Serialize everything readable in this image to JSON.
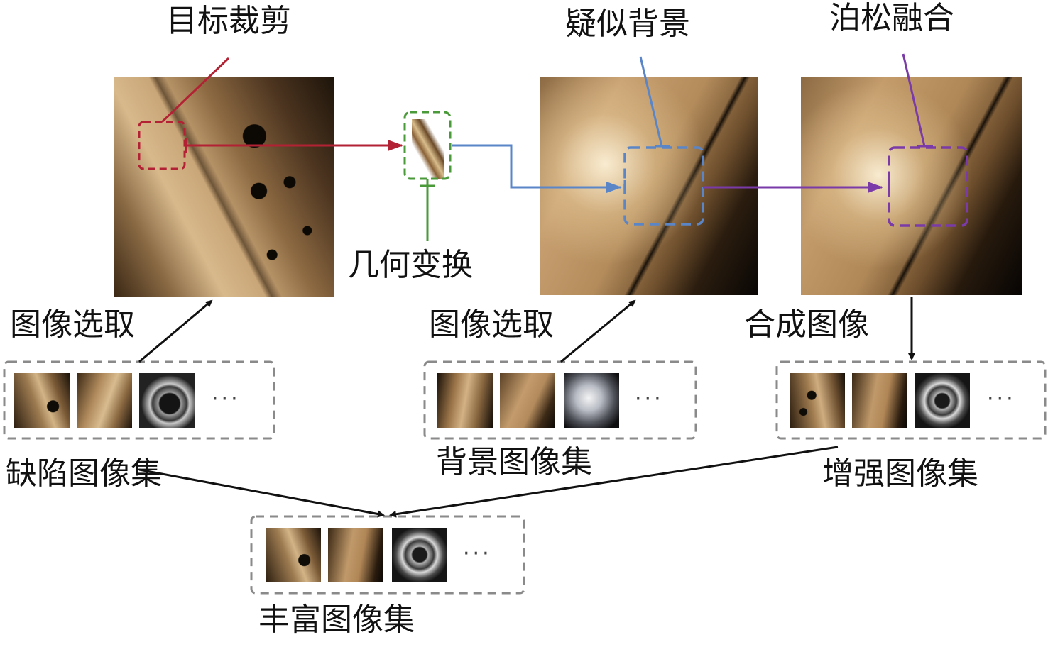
{
  "labels": {
    "target_crop": "目标裁剪",
    "suspected_background": "疑似背景",
    "poisson_fusion": "泊松融合",
    "geometric_transform": "几何变换",
    "image_selection_1": "图像选取",
    "image_selection_2": "图像选取",
    "synthesized_image": "合成图像",
    "defect_image_set": "缺陷图像集",
    "background_image_set": "背景图像集",
    "enhanced_image_set": "增强图像集",
    "rich_image_set": "丰富图像集"
  },
  "ellipsis": "···",
  "colors": {
    "crop": "#b22234",
    "transform": "#4a9a3a",
    "background": "#5a86c8",
    "fusion": "#7a3aa8",
    "arrow": "#111111",
    "set_border": "#8a8a8a"
  },
  "icons": {
    "defect_photo": "engine-blade-photo",
    "cropped_defect": "cropped-defect-patch",
    "background_photo": "background-surface-photo",
    "fused_photo": "fused-result-photo"
  }
}
